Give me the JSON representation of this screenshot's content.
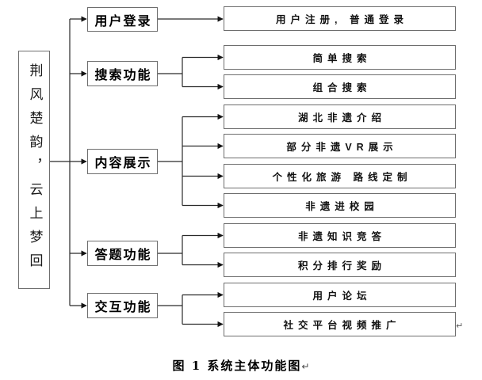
{
  "figure": {
    "caption": "图 1 系统主体功能图",
    "caption_return_mark": "↵",
    "diagram_return_mark": "↵"
  },
  "diagram": {
    "root": {
      "label": "荆风楚韵，云上梦回"
    },
    "branches": [
      {
        "label": "用户登录",
        "children": [
          "用户注册, 普通登录"
        ]
      },
      {
        "label": "搜索功能",
        "children": [
          "简单搜索",
          "组合搜索"
        ]
      },
      {
        "label": "内容展示",
        "children": [
          "湖北非遗介绍",
          "部分非遗VR展示",
          "个性化旅游 路线定制",
          "非遗进校园"
        ]
      },
      {
        "label": "答题功能",
        "children": [
          "非遗知识竞答",
          "积分排行奖励"
        ]
      },
      {
        "label": "交互功能",
        "children": [
          "用户论坛",
          "社交平台视频推广"
        ]
      }
    ]
  }
}
